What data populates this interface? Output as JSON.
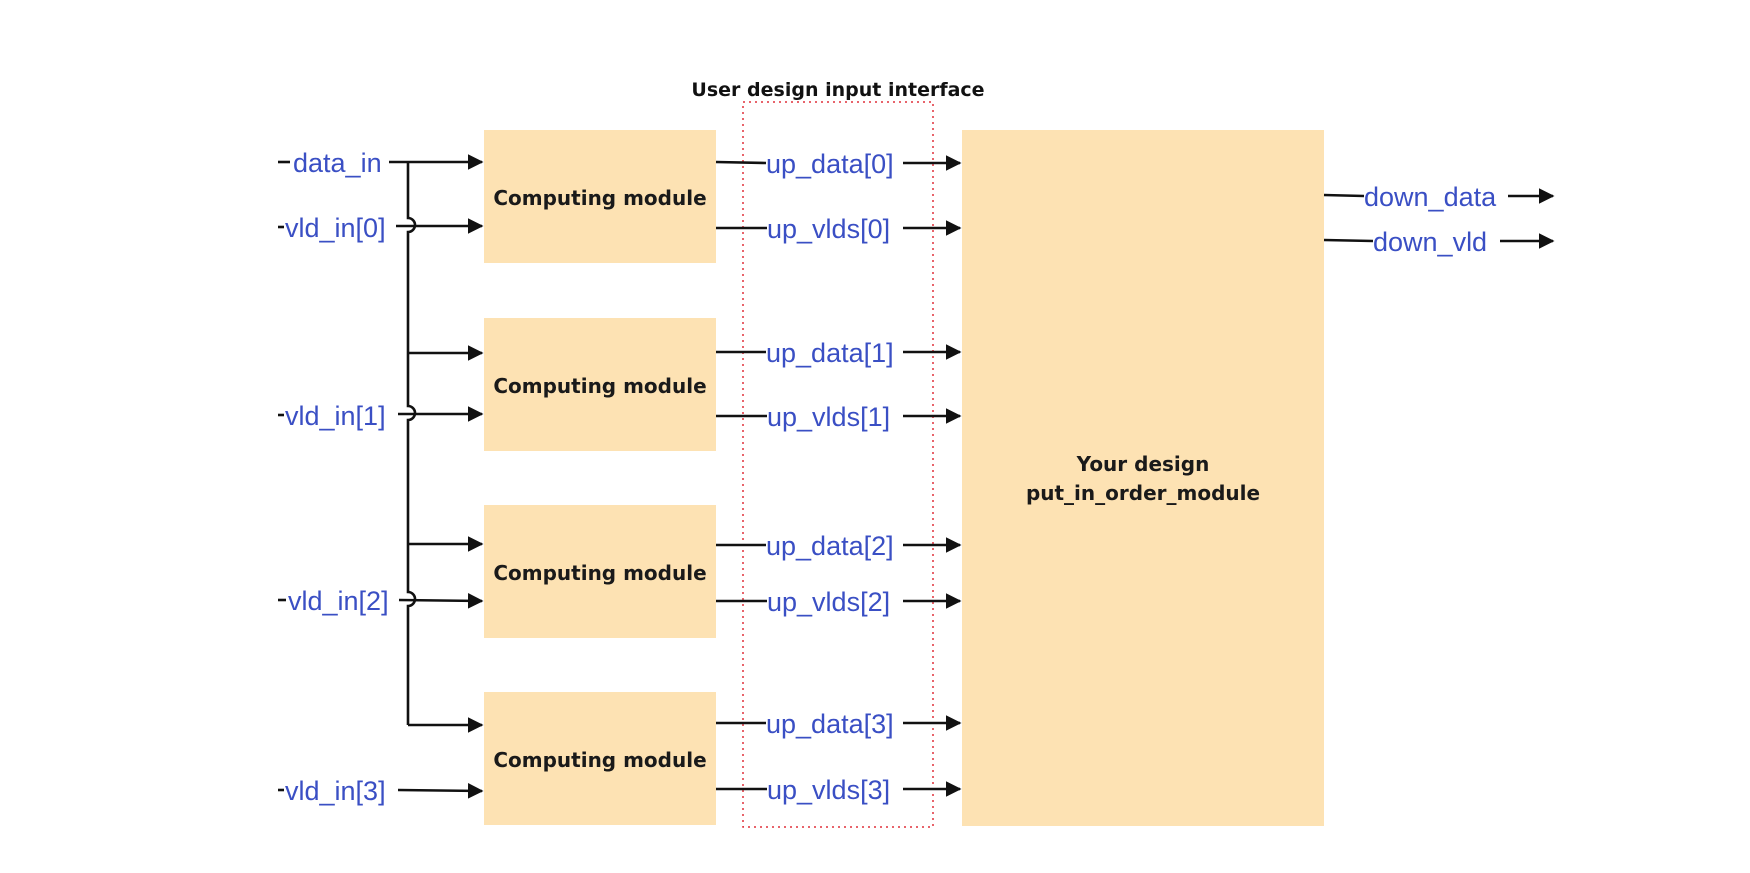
{
  "interface_title": "User design input interface",
  "computing_modules": [
    {
      "label": "Computing module"
    },
    {
      "label": "Computing module"
    },
    {
      "label": "Computing module"
    },
    {
      "label": "Computing module"
    }
  ],
  "design_block": {
    "line1": "Your design",
    "line2": "put_in_order_module"
  },
  "inputs": {
    "data_in": "data_in",
    "vld_in": [
      "vld_in[0]",
      "vld_in[1]",
      "vld_in[2]",
      "vld_in[3]"
    ]
  },
  "interface_signals": [
    {
      "data": "up_data[0]",
      "vld": "up_vlds[0]"
    },
    {
      "data": "up_data[1]",
      "vld": "up_vlds[1]"
    },
    {
      "data": "up_data[2]",
      "vld": "up_vlds[2]"
    },
    {
      "data": "up_data[3]",
      "vld": "up_vlds[3]"
    }
  ],
  "outputs": {
    "down_data": "down_data",
    "down_vld": "down_vld"
  },
  "colors": {
    "block_fill": "#fde2b3",
    "signal_text": "#3a4fc4",
    "interface_border": "#e0303a",
    "wire": "#111111"
  }
}
